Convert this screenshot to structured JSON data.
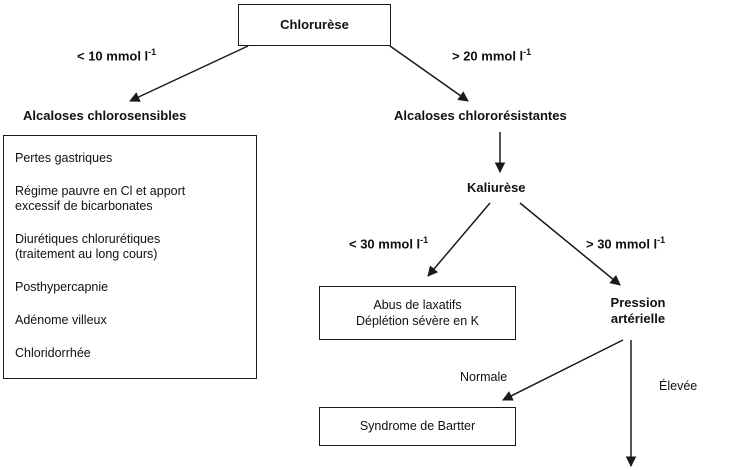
{
  "nodes": {
    "chloruresis": "Chlorurèse",
    "chlorosensitive": "Alcaloses chlorosensibles",
    "chlororesistant": "Alcaloses chlororésistantes",
    "kaliuresis": "Kaliurèse",
    "laxatives_line1": "Abus de laxatifs",
    "laxatives_line2": "Déplétion sévère en K",
    "blood_pressure_line1": "Pression",
    "blood_pressure_line2": "artérielle",
    "bartter": "Syndrome de Bartter"
  },
  "edges": {
    "chlor_low": "< 10 mmol l",
    "chlor_low_exp": "-1",
    "chlor_high": "> 20 mmol l",
    "chlor_high_exp": "-1",
    "kal_low": "< 30 mmol l",
    "kal_low_exp": "-1",
    "kal_high": "> 30 mmol l",
    "kal_high_exp": "-1",
    "normal": "Normale",
    "elevated": "Élevée"
  },
  "causes": {
    "gastric": "Pertes gastriques",
    "diet_line1": "Régime pauvre en Cl et apport",
    "diet_line2": "excessif de bicarbonates",
    "diuretics_line1": "Diurétiques chlorurétiques",
    "diuretics_line2": "(traitement au long cours)",
    "posthypercapnia": "Posthypercapnie",
    "adenoma": "Adénome villeux",
    "chloridorrhea": "Chloridorrhée"
  }
}
